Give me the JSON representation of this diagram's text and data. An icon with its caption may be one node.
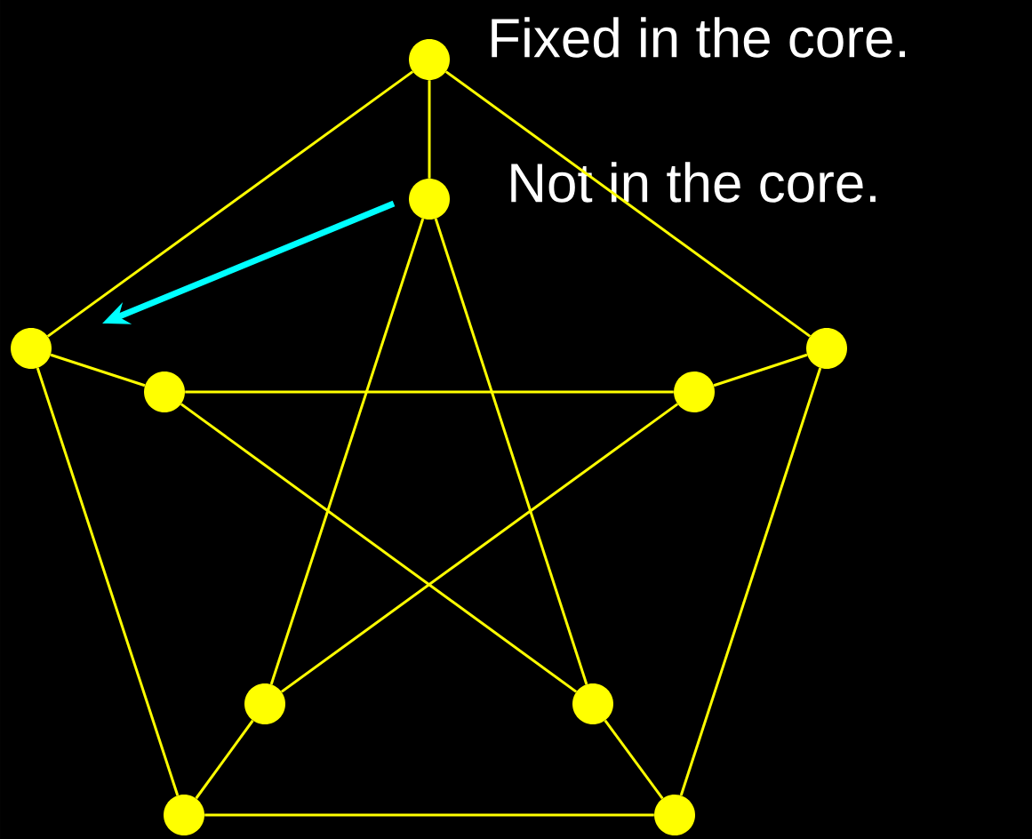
{
  "diagram": {
    "nodes": [
      {
        "text": [],
        "shape": "circle",
        "beside": [
          "Fixed in the core."
        ]
      },
      {
        "text": [],
        "shape": "circle",
        "beside": [
          "Not in the core."
        ]
      },
      {
        "text": [],
        "shape": "circle"
      },
      {
        "text": [],
        "shape": "circle"
      },
      {
        "text": [],
        "shape": "circle"
      },
      {
        "text": [],
        "shape": "circle"
      },
      {
        "text": [],
        "shape": "circle"
      },
      {
        "text": [],
        "shape": "circle"
      },
      {
        "text": [],
        "shape": "circle"
      },
      {
        "text": [],
        "shape": "circle"
      }
    ],
    "edges": [
      {
        "from": 0,
        "to": 2,
        "arrow": "none"
      },
      {
        "from": 0,
        "to": 3,
        "arrow": "none"
      },
      {
        "from": 2,
        "to": 8,
        "arrow": "none"
      },
      {
        "from": 3,
        "to": 9,
        "arrow": "none"
      },
      {
        "from": 8,
        "to": 9,
        "arrow": "none"
      },
      {
        "from": 0,
        "to": 1,
        "arrow": "none"
      },
      {
        "from": 2,
        "to": 4,
        "arrow": "none"
      },
      {
        "from": 3,
        "to": 5,
        "arrow": "none"
      },
      {
        "from": 8,
        "to": 6,
        "arrow": "none"
      },
      {
        "from": 9,
        "to": 7,
        "arrow": "none"
      },
      {
        "from": 1,
        "to": 6,
        "arrow": "none"
      },
      {
        "from": 1,
        "to": 7,
        "arrow": "none"
      },
      {
        "from": 4,
        "to": 5,
        "arrow": "none"
      },
      {
        "from": 4,
        "to": 7,
        "arrow": "none"
      },
      {
        "from": 5,
        "to": 6,
        "arrow": "none"
      }
    ]
  }
}
